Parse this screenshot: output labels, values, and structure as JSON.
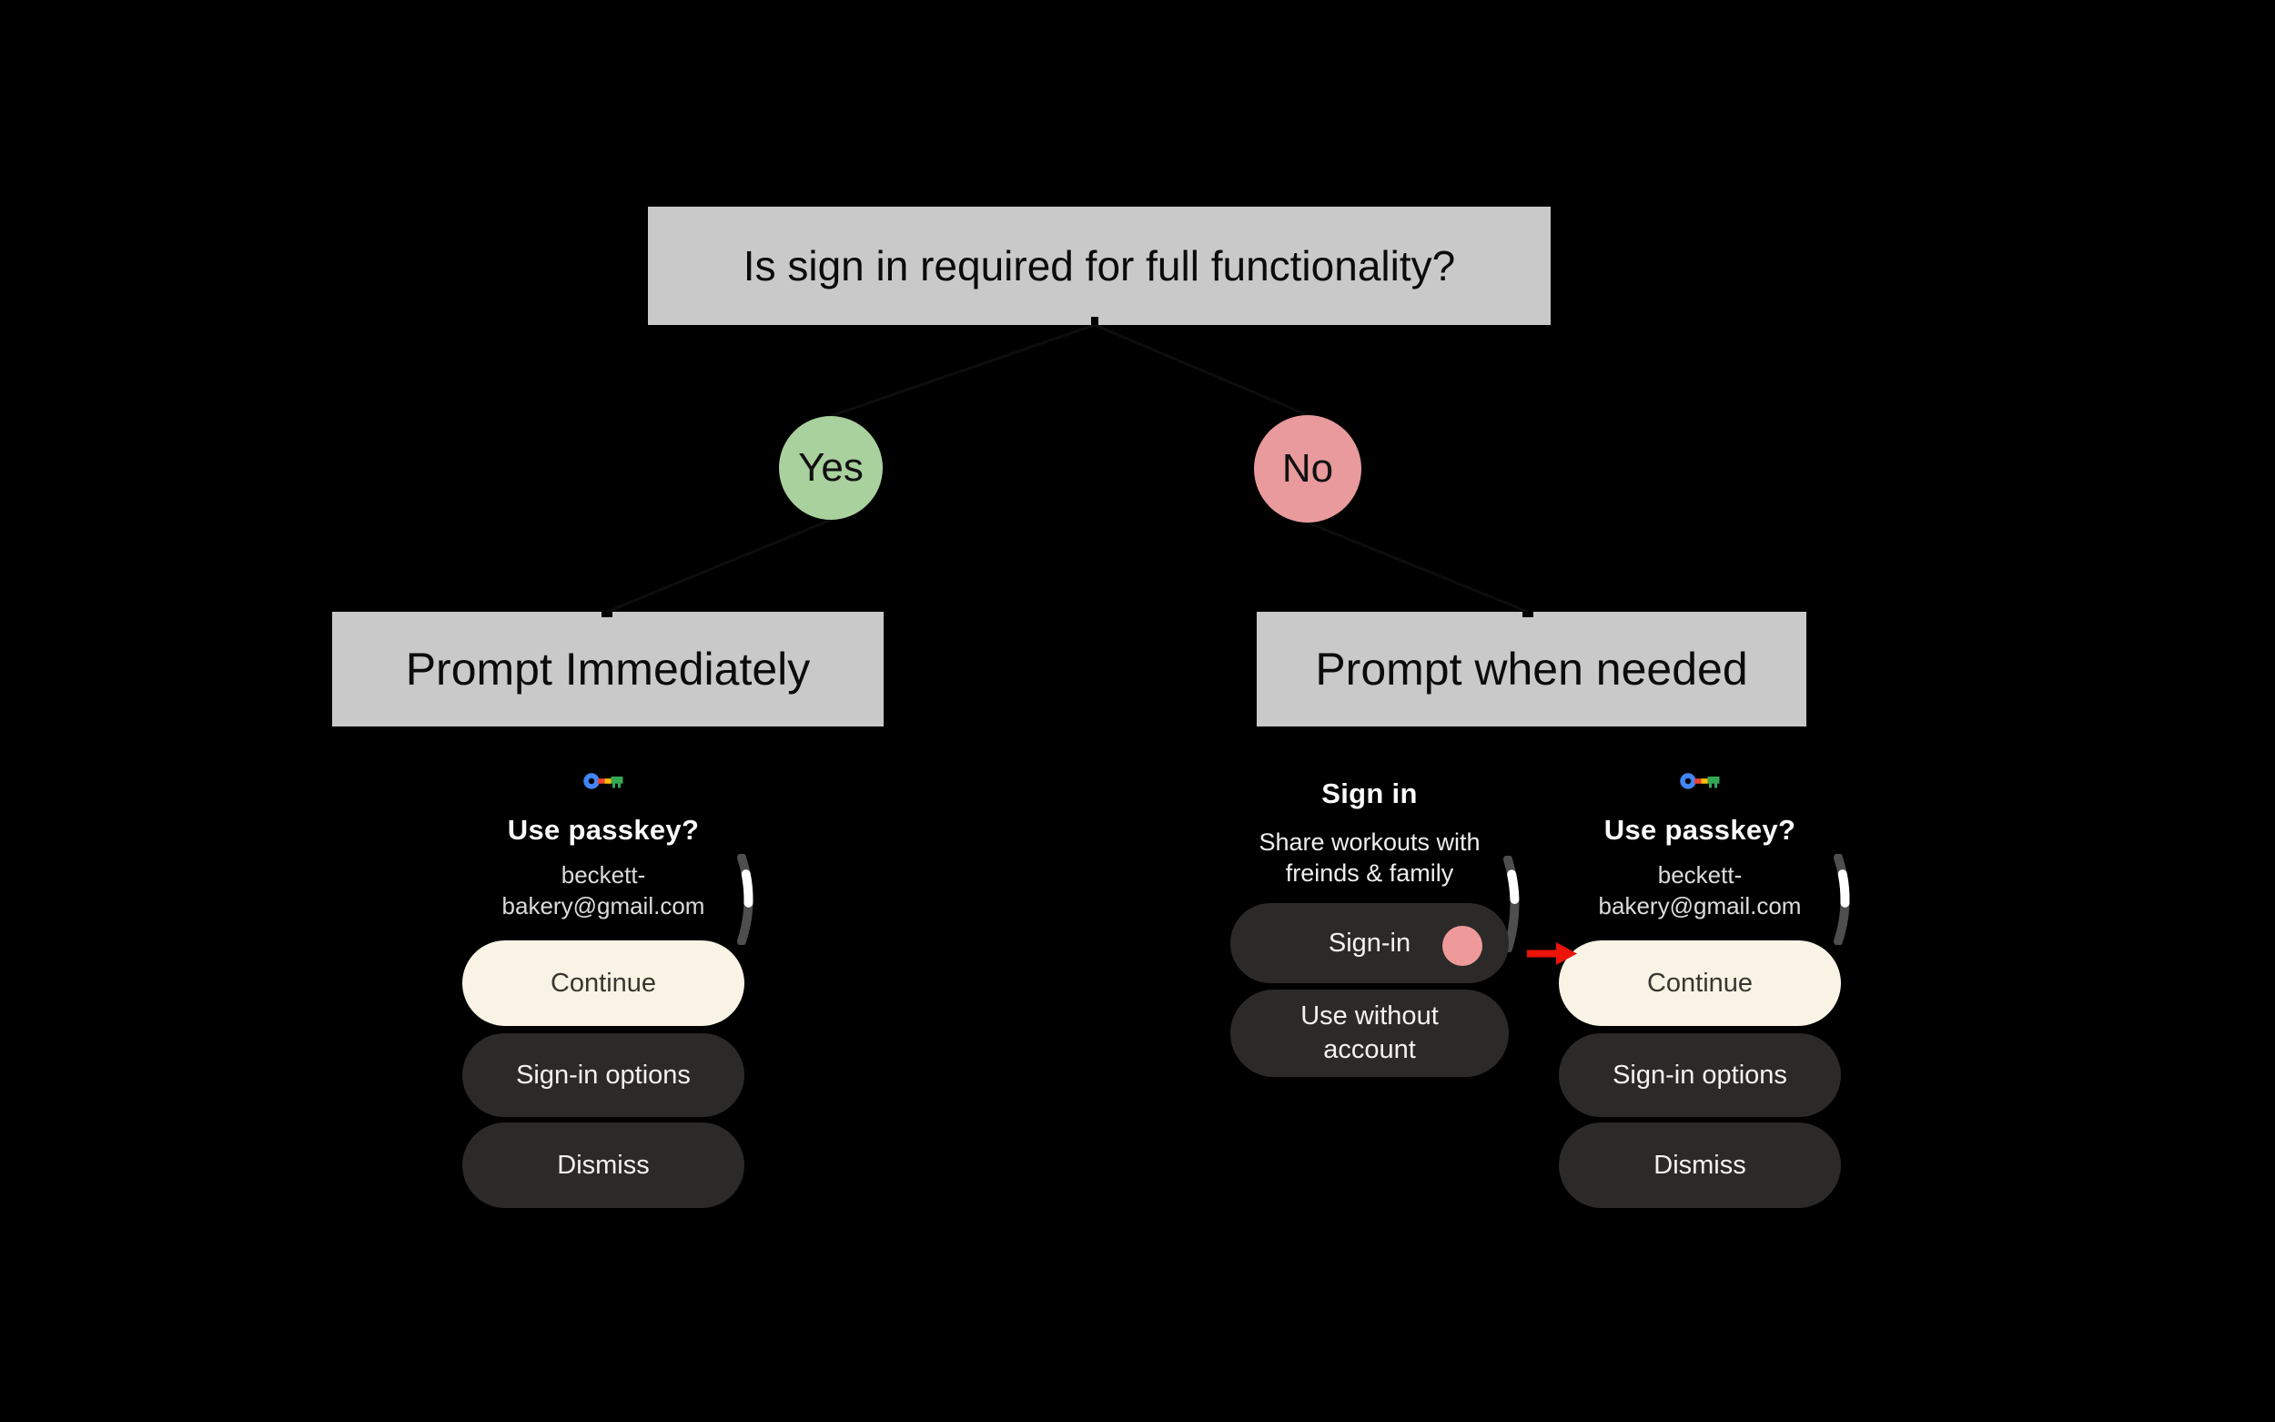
{
  "diagram": {
    "question": "Is sign in required for full functionality?",
    "yes_label": "Yes",
    "no_label": "No",
    "yes_outcome": "Prompt Immediately",
    "no_outcome": "Prompt when needed",
    "colors": {
      "box_gray": "#c9c9c9",
      "yes_green": "#a9d19e",
      "no_pink": "#e99a9c",
      "flow_arrow_red": "#ec1309"
    }
  },
  "watch_passkey": {
    "icon": "google-passkey-key-icon",
    "title": "Use passkey?",
    "email_line1": "beckett-",
    "email_line2": "bakery@gmail.com",
    "continue_label": "Continue",
    "signin_options_label": "Sign-in options",
    "dismiss_label": "Dismiss",
    "colors": {
      "continue_bg": "#f8f3e4",
      "pill_bg": "#2b2a28",
      "key_blue": "#4285F4",
      "key_red": "#EA4335",
      "key_yellow": "#FBBC05",
      "key_green": "#34A853"
    }
  },
  "watch_signin": {
    "title": "Sign in",
    "subtitle_line1": "Share workouts with",
    "subtitle_line2": "freinds & family",
    "signin_label": "Sign-in",
    "use_without_line1": "Use without",
    "use_without_line2": "account",
    "tap_indicator_color": "#ef9a9a"
  }
}
